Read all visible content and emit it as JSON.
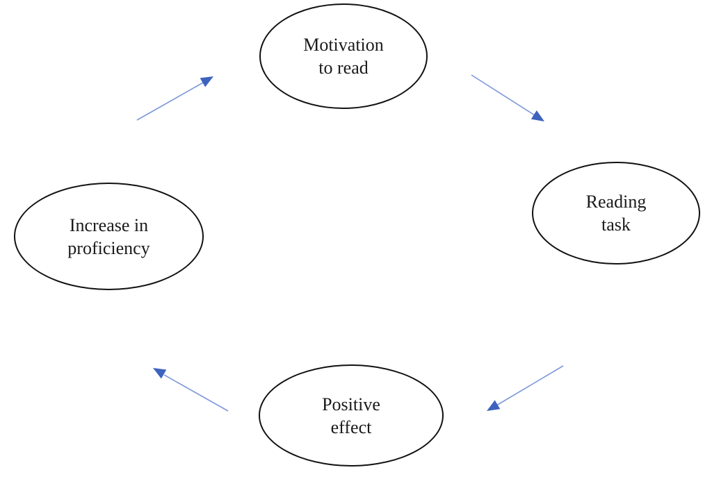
{
  "diagram": {
    "title": "",
    "type": "cycle",
    "edges": [
      {
        "from": "increase-in-proficiency",
        "to": "motivation-to-read"
      },
      {
        "from": "motivation-to-read",
        "to": "reading-task"
      },
      {
        "from": "reading-task",
        "to": "positive-effect"
      },
      {
        "from": "positive-effect",
        "to": "increase-in-proficiency"
      }
    ]
  },
  "nodes": {
    "motivation": {
      "label": "Motivation to read",
      "line1": "Motivation",
      "line2": "to read"
    },
    "reading": {
      "label": "Reading task",
      "line1": "Reading",
      "line2": "task"
    },
    "increase": {
      "label": "Increase in proficiency",
      "line1": "Increase in",
      "line2": "proficiency"
    },
    "positive": {
      "label": "Positive effect",
      "line1": "Positive",
      "line2": "effect"
    }
  },
  "colors": {
    "background": "#ffffff",
    "node_border": "#111111",
    "node_text": "#1a1a1a",
    "arrow_line": "#7d97da",
    "arrow_head": "#3e63be"
  }
}
